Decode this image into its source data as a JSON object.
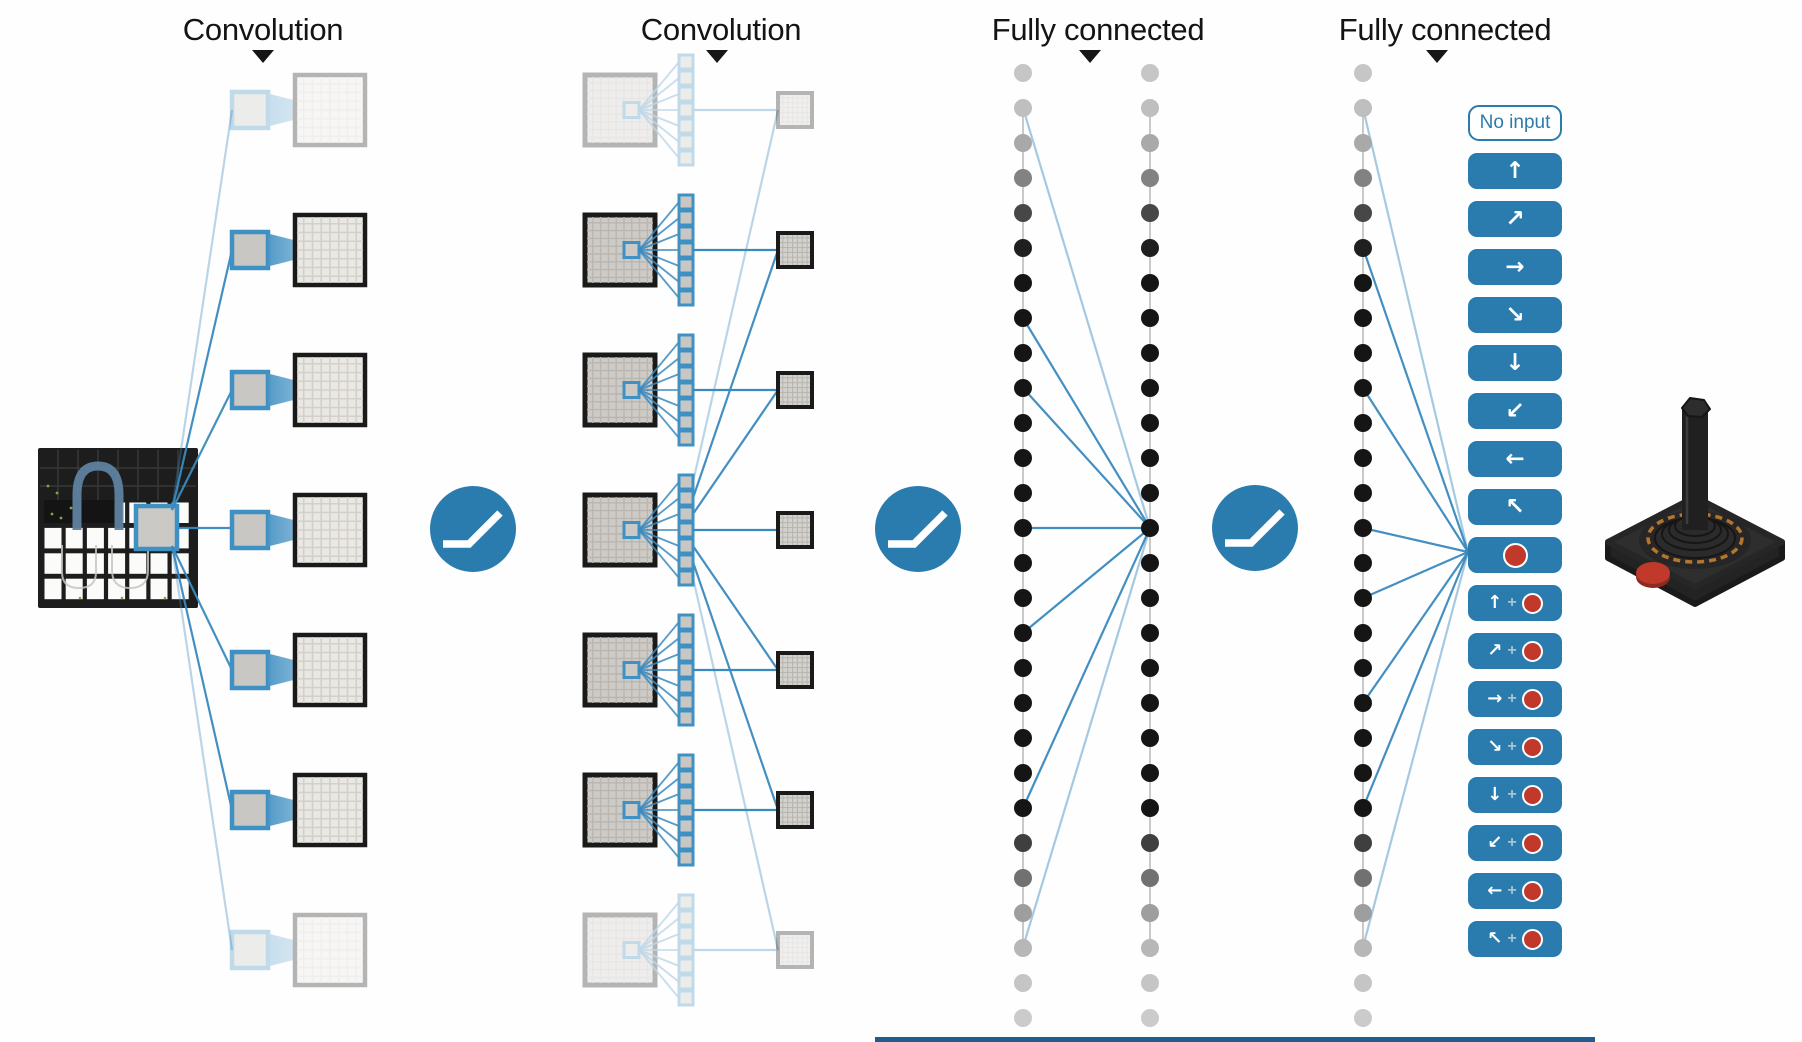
{
  "headers": [
    {
      "label": "Convolution"
    },
    {
      "label": "Convolution"
    },
    {
      "label": "Fully connected"
    },
    {
      "label": "Fully connected"
    }
  ],
  "actions": {
    "plus_separator": "+",
    "items": [
      {
        "name": "no-input",
        "label": "No input",
        "variant": "outline"
      },
      {
        "name": "up",
        "arrow": "↑"
      },
      {
        "name": "up-right",
        "arrow": "↗"
      },
      {
        "name": "right",
        "arrow": "→"
      },
      {
        "name": "down-right",
        "arrow": "↘"
      },
      {
        "name": "down",
        "arrow": "↓"
      },
      {
        "name": "down-left",
        "arrow": "↙"
      },
      {
        "name": "left",
        "arrow": "←"
      },
      {
        "name": "up-left",
        "arrow": "↖"
      },
      {
        "name": "fire",
        "fire": true
      },
      {
        "name": "up-fire",
        "arrow": "↑",
        "fire": true
      },
      {
        "name": "up-right-fire",
        "arrow": "↗",
        "fire": true
      },
      {
        "name": "right-fire",
        "arrow": "→",
        "fire": true
      },
      {
        "name": "down-right-fire",
        "arrow": "↘",
        "fire": true
      },
      {
        "name": "down-fire",
        "arrow": "↓",
        "fire": true
      },
      {
        "name": "down-left-fire",
        "arrow": "↙",
        "fire": true
      },
      {
        "name": "left-fire",
        "arrow": "←",
        "fire": true
      },
      {
        "name": "up-left-fire",
        "arrow": "↖",
        "fire": true
      }
    ]
  },
  "network": {
    "conv1": {
      "rows": 7,
      "faded_rows": [
        1,
        7
      ]
    },
    "conv2": {
      "rows": 7,
      "stack_squares_per_row": 7,
      "faded_rows": [
        1,
        7
      ]
    },
    "fully_connected_1": {
      "columns": 2,
      "dots_per_column": 28
    },
    "fully_connected_2": {
      "columns": 1,
      "dots_per_column": 28
    },
    "relu_activation_count": 3,
    "output_count": 18
  },
  "icons": {
    "relu": "relu-activation-icon",
    "joystick": "atari-joystick-illustration",
    "layer_arrow": "down-triangle-icon"
  },
  "colors": {
    "accent_blue": "#2b7cae",
    "line_blue": "#3a8abf",
    "patch_border_blue": "#3f90c3",
    "beam_blue": "#4a95c5",
    "red_button": "#c0392b",
    "orange_ring": "#b5742f",
    "dark": "#1a1a1a",
    "map_fill_light": "#eae8e3",
    "map_grid_light": "#d3d0cb",
    "map_fill_mid": "#cecbc6",
    "map_grid_mid": "#b9b6b1",
    "small_map_fill": "#d4d2cd",
    "patch_fill": "#cbc9c5",
    "screen_dark": "#1d1d1d",
    "arch_blue": "#5e82a0",
    "dot_black": "#151515",
    "spine_gray": "#c9c9c9",
    "bottom_bar": "#1e5e8e",
    "green_pixel": "#7daa3f"
  }
}
